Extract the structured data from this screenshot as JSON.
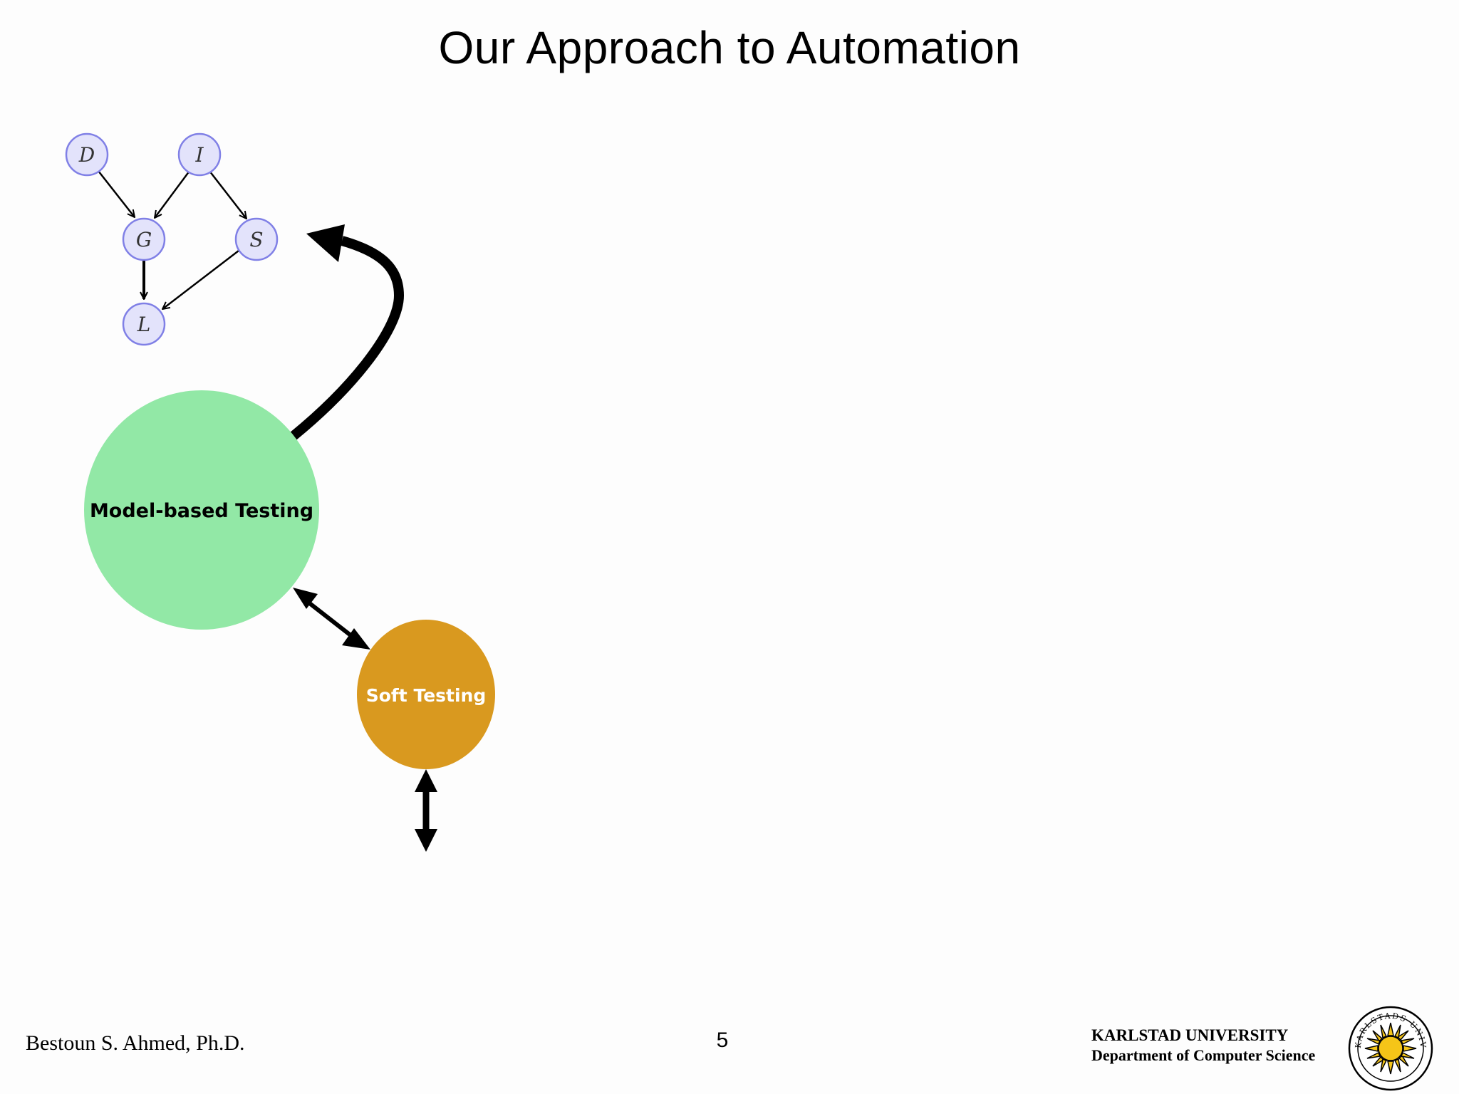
{
  "slide": {
    "title": "Our Approach to Automation",
    "footer": {
      "author": "Bestoun S. Ahmed, Ph.D.",
      "page_number": "5",
      "university": "KARLSTAD UNIVERSITY",
      "department": "Department of Computer Science",
      "seal_text": "KARLSTADS UNIVERSITET"
    }
  },
  "diagram": {
    "graph_nodes": [
      "D",
      "I",
      "G",
      "S",
      "L"
    ],
    "graph_edges": [
      [
        "D",
        "G"
      ],
      [
        "I",
        "G"
      ],
      [
        "I",
        "S"
      ],
      [
        "G",
        "L"
      ],
      [
        "S",
        "L"
      ]
    ],
    "bubbles": {
      "model_based": "Model-based Testing",
      "soft": "Soft Testing"
    },
    "colors": {
      "graph_node_fill": "#e3e3fb",
      "graph_node_stroke": "#8080e6",
      "model_based_fill": "#92e8a6",
      "soft_fill": "#d9991f",
      "soft_text": "#ffffff",
      "seal_sun": "#f5c518"
    }
  }
}
